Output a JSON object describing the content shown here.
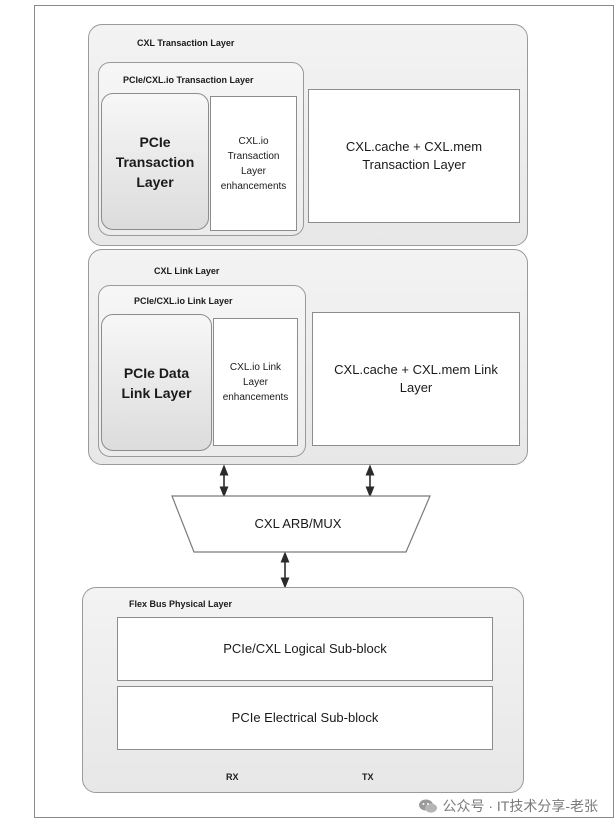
{
  "heading": "",
  "transaction_layer": {
    "title": "CXL Transaction Layer",
    "pcie_cxl_io": {
      "title": "PCIe/CXL.io Transaction Layer",
      "pcie_block": "PCIe Transaction Layer",
      "enhancements": "CXL.io Transaction Layer enhancements"
    },
    "cache_mem": "CXL.cache + CXL.mem Transaction Layer"
  },
  "link_layer": {
    "title": "CXL Link Layer",
    "pcie_cxl_io": {
      "title": "PCIe/CXL.io Link Layer",
      "pcie_block": "PCIe Data Link Layer",
      "enhancements": "CXL.io Link Layer enhancements"
    },
    "cache_mem": "CXL.cache + CXL.mem Link Layer"
  },
  "arb_mux": "CXL ARB/MUX",
  "physical_layer": {
    "title": "Flex Bus Physical Layer",
    "logical": "PCIe/CXL Logical Sub-block",
    "electrical": "PCIe Electrical Sub-block",
    "rx": "RX",
    "tx": "TX"
  },
  "watermark": "公众号 · IT技术分享-老张",
  "icons": {
    "watermark": "wechat-icon"
  }
}
